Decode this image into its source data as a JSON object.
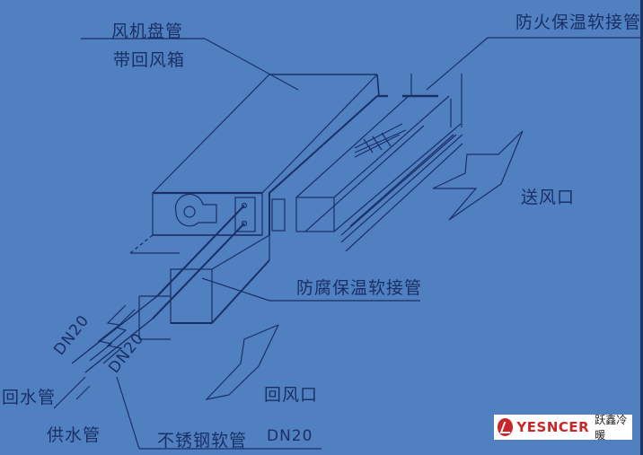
{
  "labels": {
    "fan_coil": "风机盘管",
    "return_box": "带回风箱",
    "fire_flex_duct": "防火保温软接管",
    "supply_outlet": "送风口",
    "anticorrosion_flex_duct": "防腐保温软接管",
    "return_pipe": "回水管",
    "supply_pipe": "供水管",
    "return_outlet": "回风口",
    "stainless_hose": "不锈钢软管",
    "dn_bottom": "DN20",
    "dn_upper": "DN20",
    "dn_lower": "DN20"
  },
  "logo": {
    "brand": "YESNCER",
    "chinese": "跃鑫冷暖",
    "brand_color": "#c8262a"
  },
  "colors": {
    "background": "#5080c0",
    "line": "#1a2f66"
  }
}
